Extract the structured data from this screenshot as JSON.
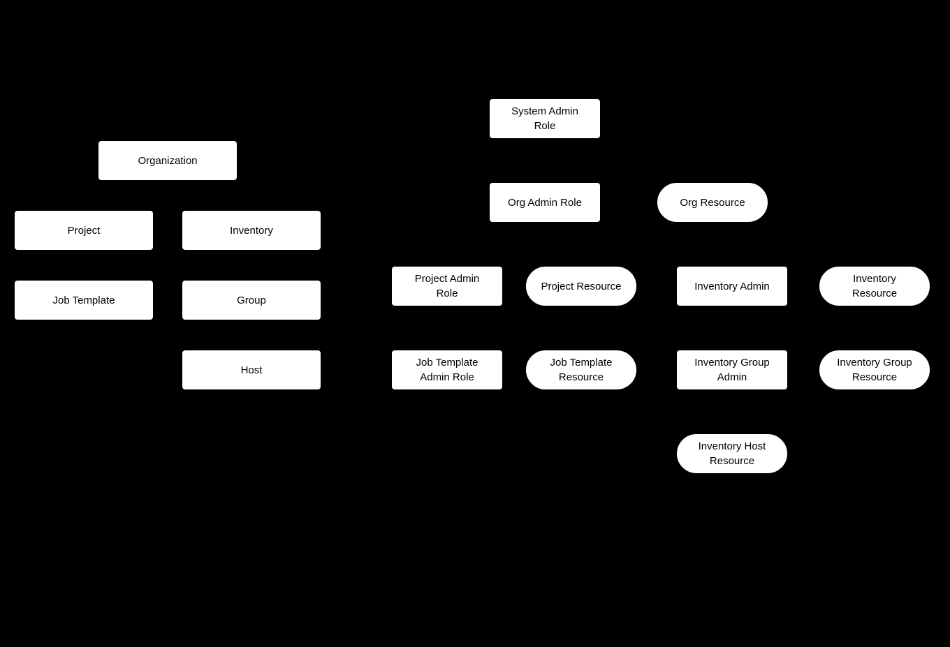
{
  "canvas": {
    "background_color": "#000000",
    "node_fill_color": "#ffffff",
    "node_text_color": "#000000"
  },
  "nodes": {
    "organization": {
      "label": "Organization",
      "shape": "rect"
    },
    "project": {
      "label": "Project",
      "shape": "rect"
    },
    "inventory": {
      "label": "Inventory",
      "shape": "rect"
    },
    "job_template": {
      "label": "Job Template",
      "shape": "rect"
    },
    "group": {
      "label": "Group",
      "shape": "rect"
    },
    "host": {
      "label": "Host",
      "shape": "rect"
    },
    "system_admin_role": {
      "label": "System Admin\nRole",
      "shape": "rect"
    },
    "org_admin_role": {
      "label": "Org Admin Role",
      "shape": "rect"
    },
    "org_resource": {
      "label": "Org Resource",
      "shape": "pill"
    },
    "project_admin_role": {
      "label": "Project Admin\nRole",
      "shape": "rect"
    },
    "project_resource": {
      "label": "Project Resource",
      "shape": "pill"
    },
    "inventory_admin": {
      "label": "Inventory Admin",
      "shape": "rect"
    },
    "inventory_resource": {
      "label": "Inventory\nResource",
      "shape": "pill"
    },
    "job_template_admin_role": {
      "label": "Job Template\nAdmin Role",
      "shape": "rect"
    },
    "job_template_resource": {
      "label": "Job Template\nResource",
      "shape": "pill"
    },
    "inventory_group_admin": {
      "label": "Inventory Group\nAdmin",
      "shape": "rect"
    },
    "inventory_group_resource": {
      "label": "Inventory Group\nResource",
      "shape": "pill"
    },
    "inventory_host_resource": {
      "label": "Inventory Host\nResource",
      "shape": "pill"
    }
  }
}
